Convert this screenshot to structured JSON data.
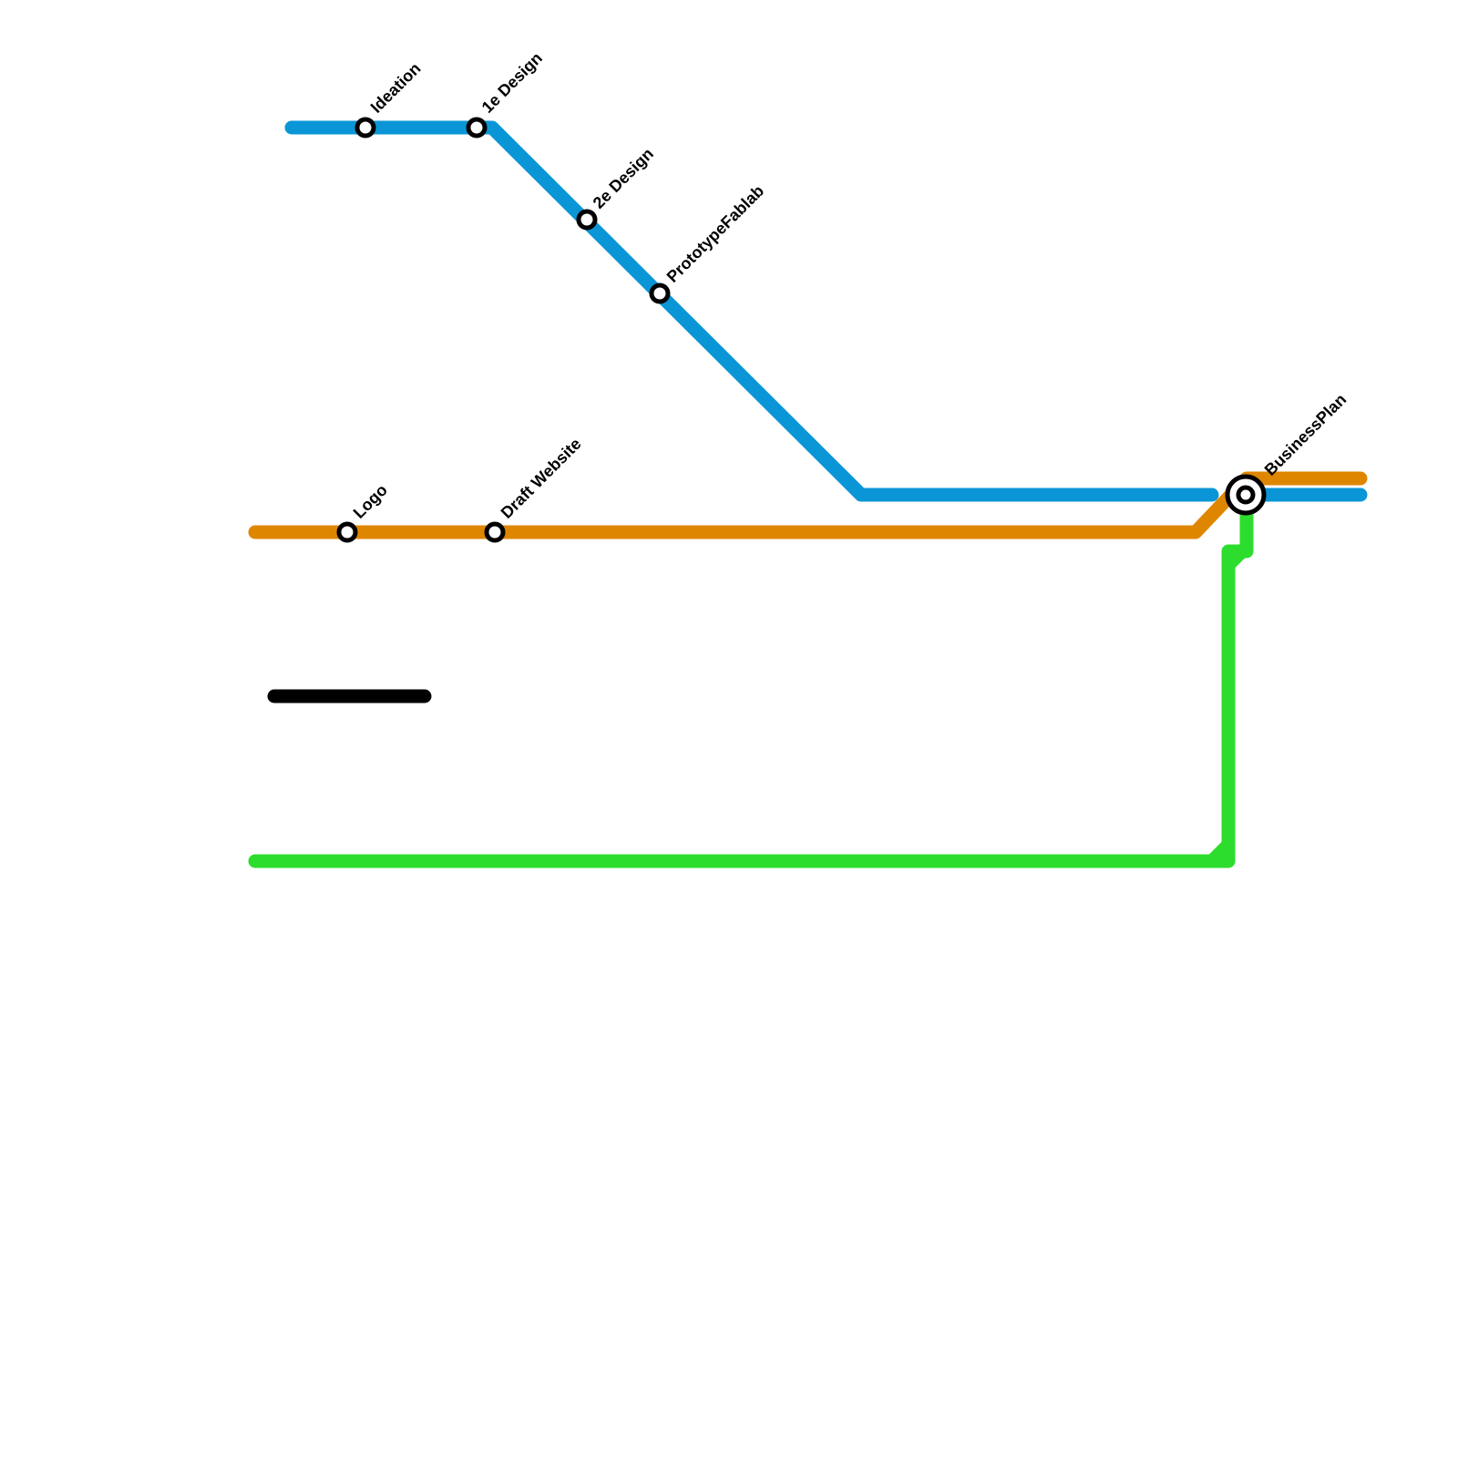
{
  "lines": [
    {
      "id": "blue",
      "color": "#0a96d6"
    },
    {
      "id": "orange",
      "color": "#df8600"
    },
    {
      "id": "green",
      "color": "#2ddd2d"
    },
    {
      "id": "black",
      "color": "#000000"
    }
  ],
  "stations": {
    "ideation": "Ideation",
    "design1": "1e Design",
    "design2": "2e Design",
    "prototype": "PrototypeFablab",
    "logo": "Logo",
    "website": "Draft Website",
    "businessplan": "BusinessPlan"
  }
}
